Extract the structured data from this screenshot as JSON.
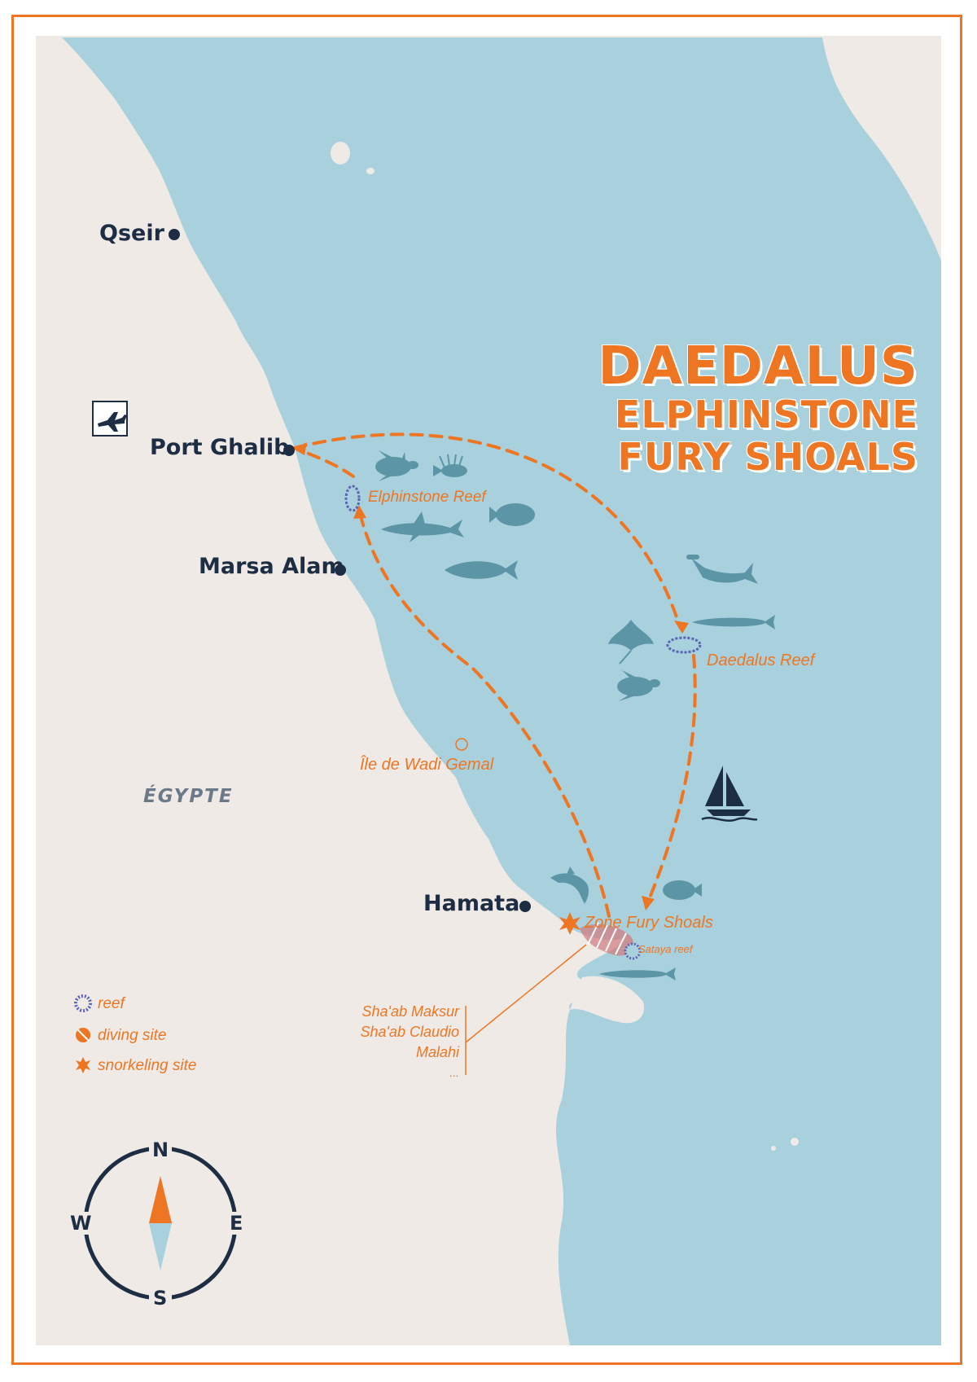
{
  "title": {
    "line1": "DAEDALUS",
    "line2": "ELPHINSTONE",
    "line3": "FURY SHOALS"
  },
  "cities": {
    "qseir": "Qseir",
    "port_ghalib": "Port Ghalib",
    "marsa_alam": "Marsa Alam",
    "hamata": "Hamata"
  },
  "sites": {
    "elphinstone": "Elphinstone Reef",
    "daedalus": "Daedalus Reef",
    "wadi_gemal": "Île de Wadi Gemal",
    "zone_fury": "Zone  Fury Shoals",
    "sataya": "Sataya reef"
  },
  "country": "ÉGYPTE",
  "fury_list": [
    "Sha'ab Maksur",
    "Sha'ab Claudio",
    "Malahi",
    "..."
  ],
  "legend": {
    "reef": "reef",
    "diving": "diving site",
    "snorkeling": "snorkeling site"
  },
  "compass": {
    "n": "N",
    "s": "S",
    "e": "E",
    "w": "W"
  },
  "colors": {
    "sea": "#a9d1dd",
    "land": "#efeae6",
    "accent": "#ee7623",
    "navy": "#1d2d44",
    "reef": "#5b63b5",
    "animal": "#5b95a6"
  }
}
